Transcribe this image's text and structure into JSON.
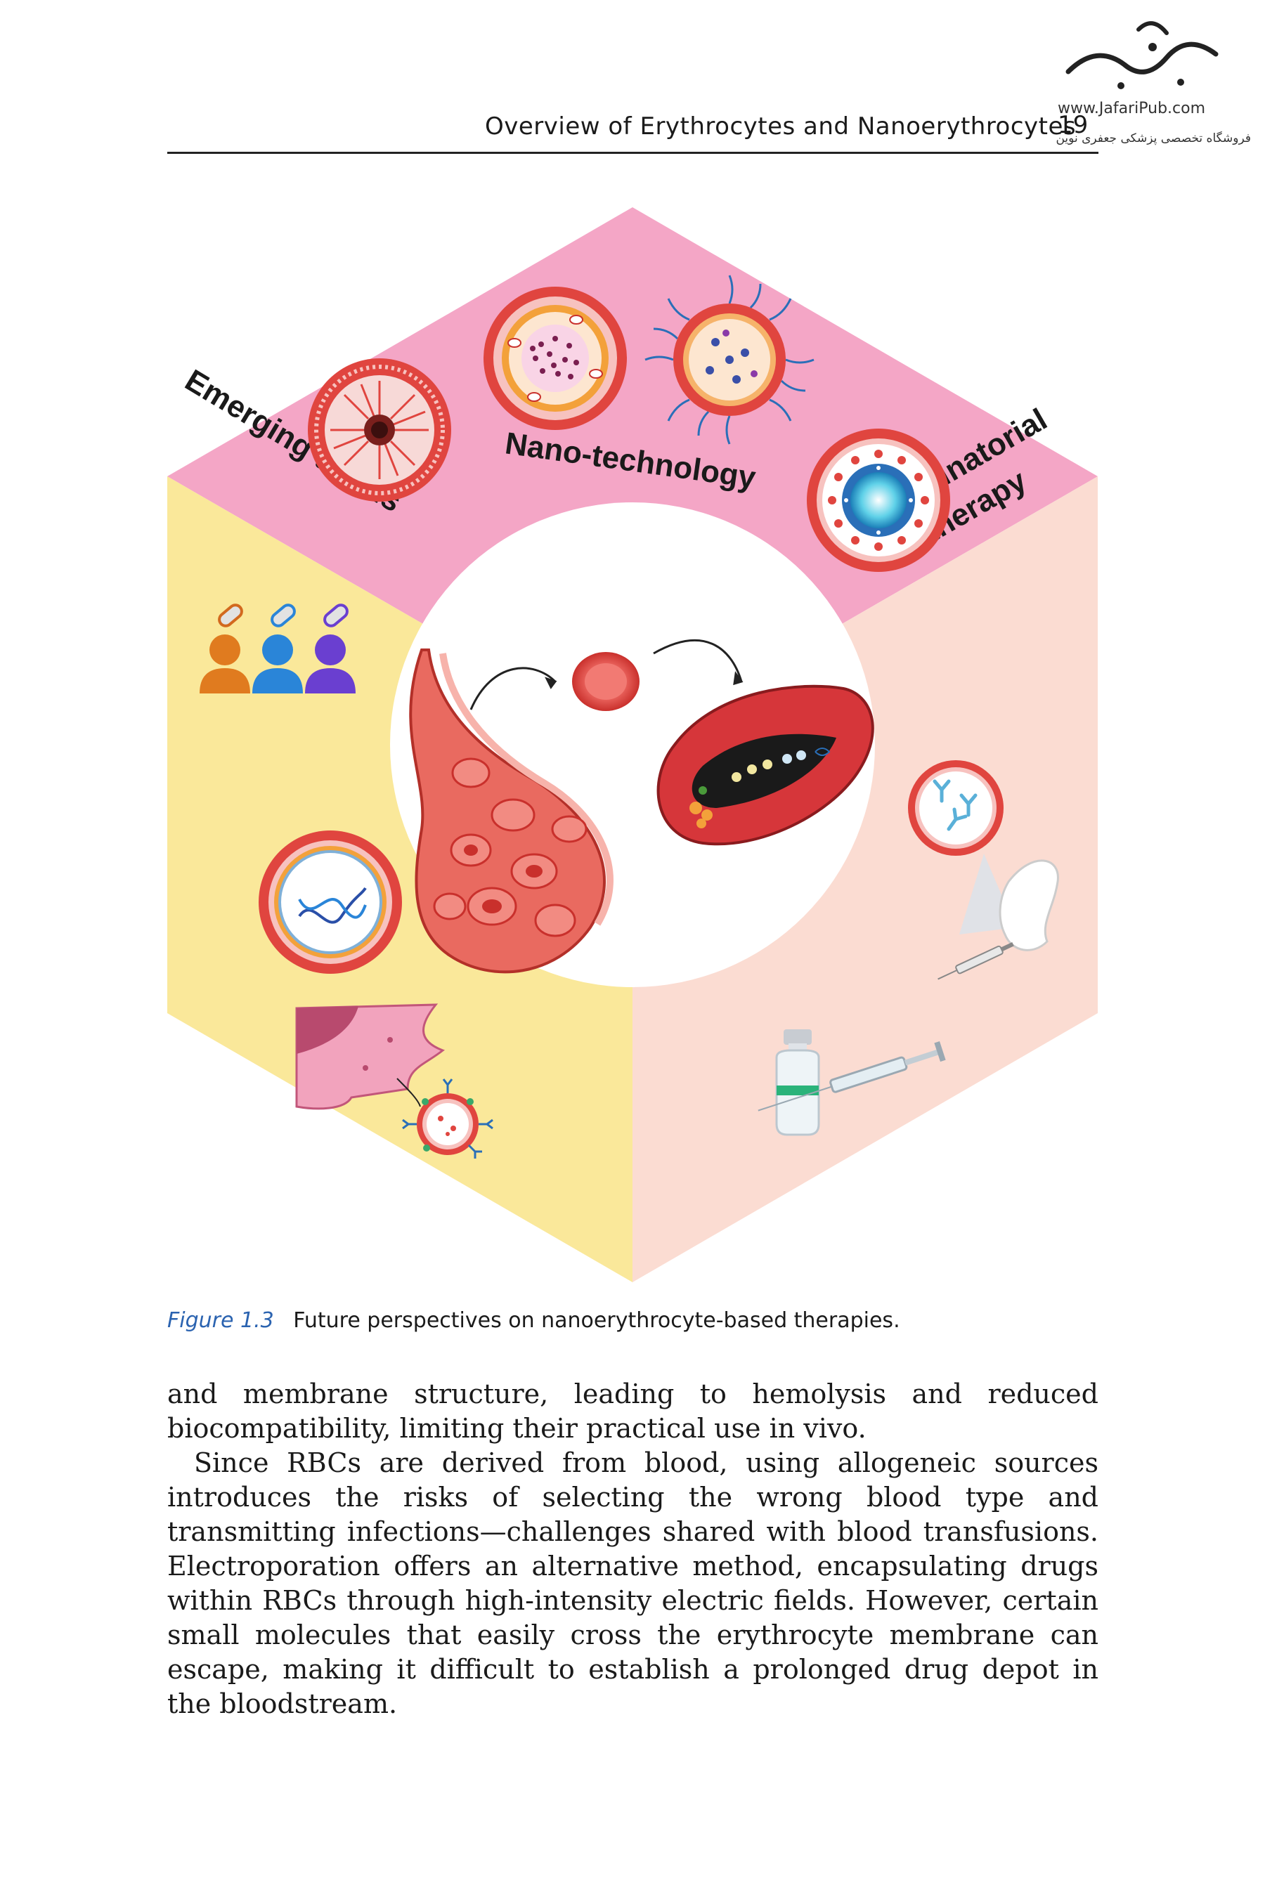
{
  "watermark": {
    "url": "www.JafariPub.com",
    "shop_line": "فروشگاه تخصصی پزشکی جعفری نوین"
  },
  "header": {
    "running_title": "Overview of Erythrocytes and Nanoerythrocytes",
    "page_number": "19"
  },
  "figure": {
    "sector_labels": {
      "top": "Nano-technology",
      "left": "Emerging trends",
      "right_line1": "Combinatorial",
      "right_line2": "therapy"
    },
    "colors": {
      "top_sector": "#f4a6c6",
      "left_sector": "#fae89a",
      "right_sector": "#fbdcd2",
      "membrane_red": "#e0453f",
      "center_circle": "#ffffff"
    },
    "icons": [
      "liposome-icon",
      "nanoparticle-icon",
      "vesicle-icon",
      "layered-nanoparticle-icon",
      "blood-vessel-icon",
      "red-blood-cell-icon",
      "patients-with-pills-icon",
      "dna-liposome-icon",
      "tumor-targeting-icon",
      "antibody-injection-icon",
      "vial-and-syringe-icon"
    ]
  },
  "caption": {
    "label": "Figure 1.3",
    "text": "Future perspectives on nanoerythrocyte-based therapies."
  },
  "body": {
    "paragraphs": [
      "and membrane structure, leading to hemolysis and reduced biocompatibility, limiting their practical use in vivo.",
      "Since RBCs are derived from blood, using allogeneic sources introduces the risks of selecting the wrong blood type and transmitting infections—challenges shared with blood transfusions. Electroporation offers an alternative method, encapsulating drugs within RBCs through high-intensity electric fields. However, certain small molecules that easily cross the erythrocyte membrane can escape, making it difficult to establish a prolonged drug depot in the bloodstream."
    ]
  }
}
